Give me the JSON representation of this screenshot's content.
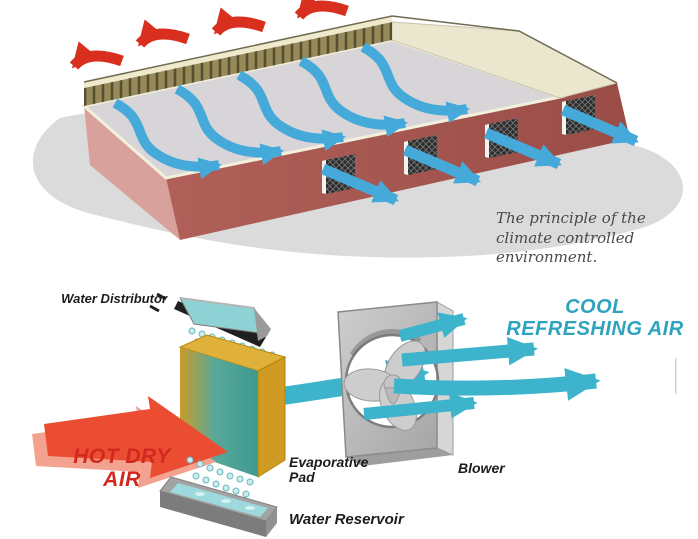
{
  "top_diagram": {
    "caption": "The principle of the climate controlled environment.",
    "colors": {
      "hot_air": "#d92f1f",
      "cool_air": "#3fa8dc",
      "wall": "#a3544f",
      "pad_wall": "#97895a",
      "roof": "#ebe7cf"
    }
  },
  "bottom_diagram": {
    "labels": {
      "water_distributor": "Water Distributor",
      "evaporative_pad": "Evaporative Pad",
      "water_reservoir": "Water Reservoir",
      "blower": "Blower",
      "hot_dry_air": "HOT DRY AIR",
      "cool_refreshing_air": "COOL REFRESHING AIR"
    },
    "colors": {
      "hot_air": "#d2281e",
      "cool_air": "#2ea3bd",
      "pad_gold": "#cf9b22",
      "water": "#8fd2d6"
    }
  }
}
